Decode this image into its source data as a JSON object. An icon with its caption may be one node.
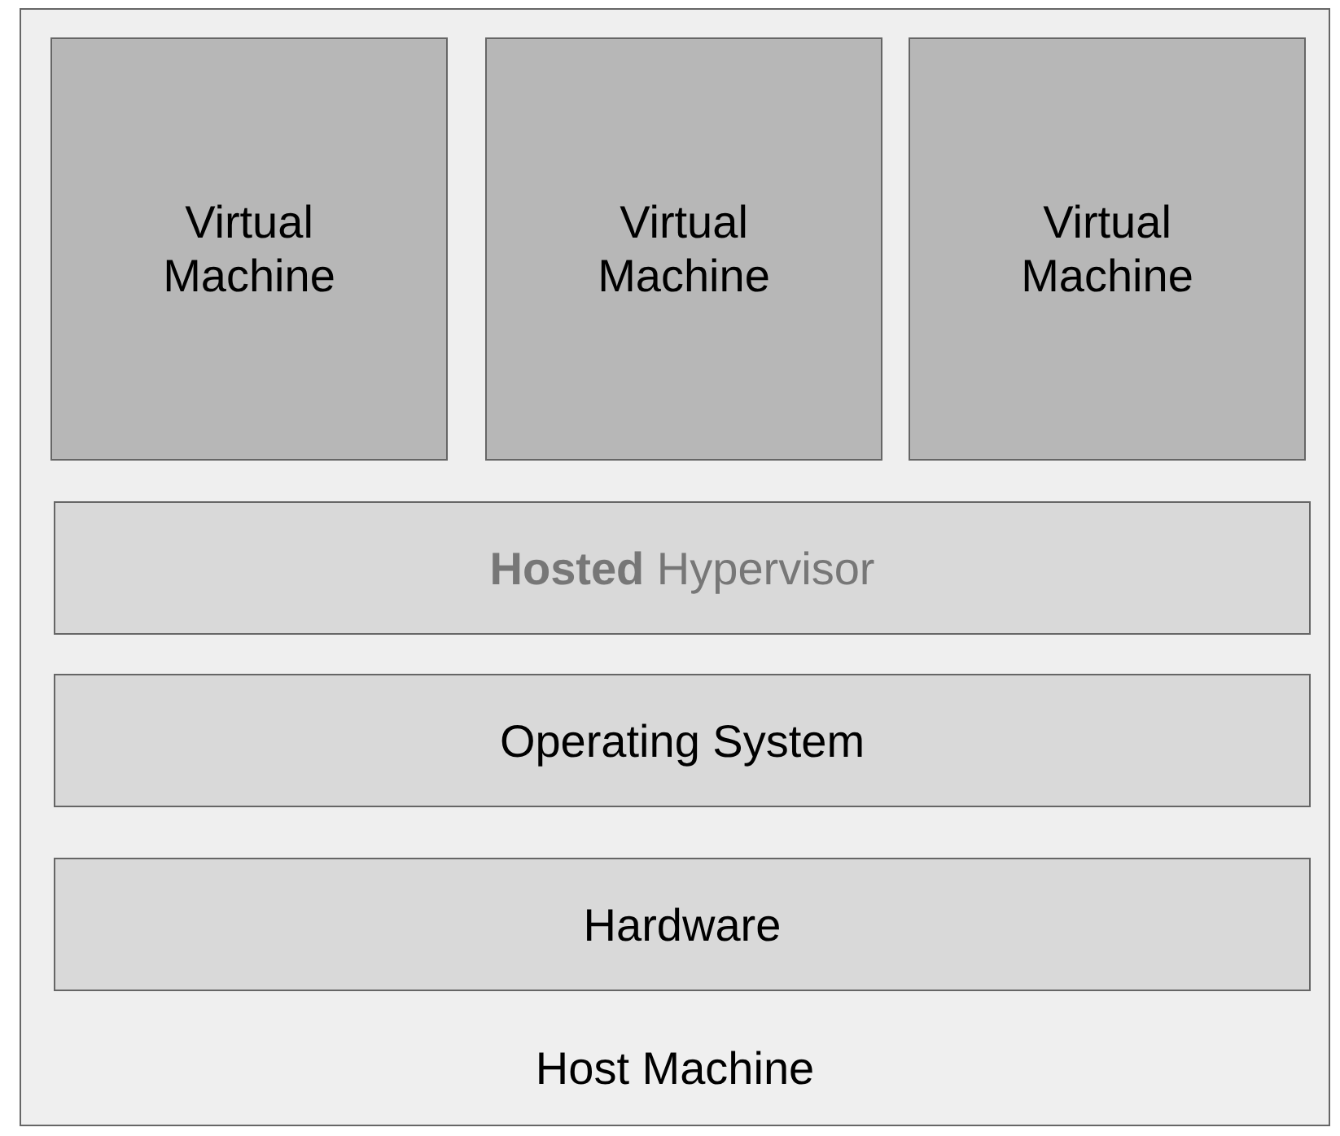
{
  "diagram": {
    "nodes": [
      {
        "text": [
          "Host Machine"
        ]
      },
      {
        "text": [
          "Virtual Machine"
        ],
        "in": 0
      },
      {
        "text": [
          "Virtual Machine"
        ],
        "in": 0
      },
      {
        "text": [
          "Virtual Machine"
        ],
        "in": 0
      },
      {
        "text": [
          "**Hosted** Hypervisor"
        ],
        "in": 0
      },
      {
        "text": [
          "Operating System"
        ],
        "in": 0
      },
      {
        "text": [
          "Hardware"
        ],
        "in": 0
      }
    ]
  }
}
